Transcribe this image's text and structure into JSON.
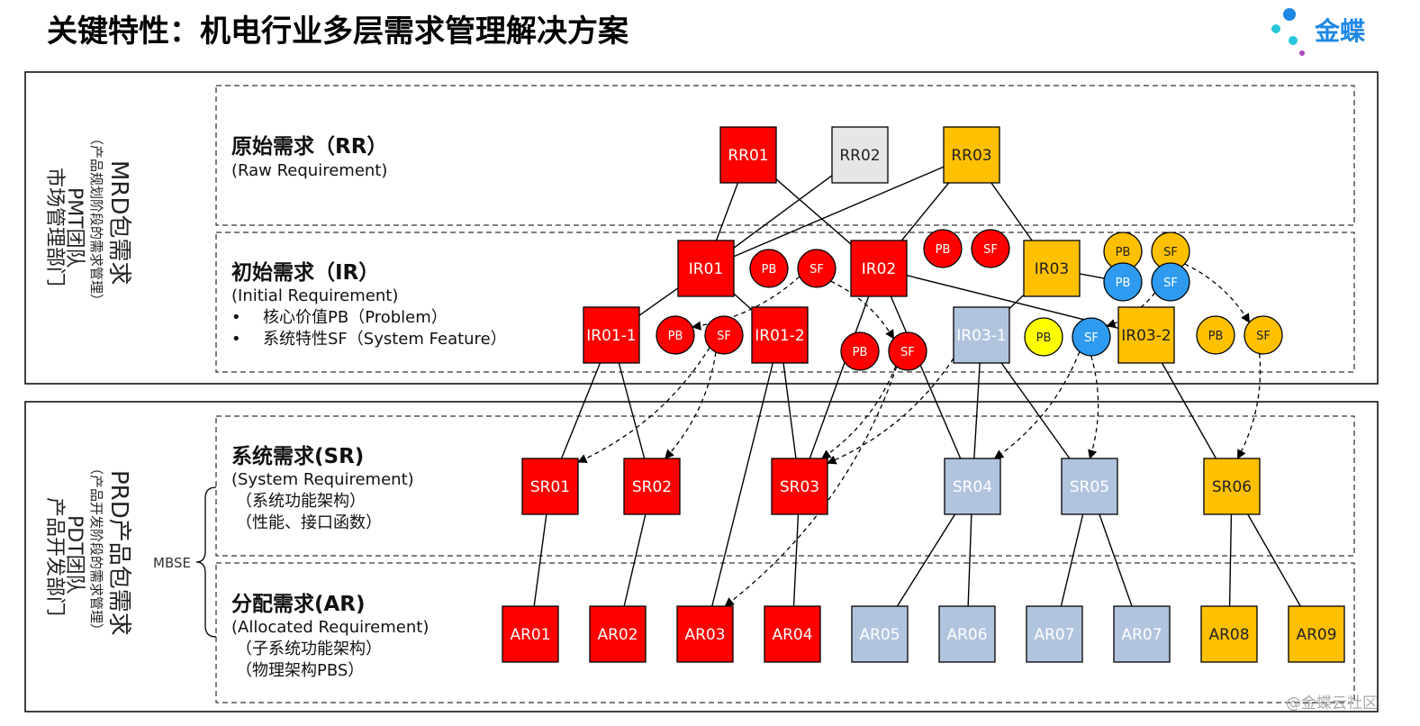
{
  "title": "关键特性：机电行业多层需求管理解决方案",
  "logo": {
    "text": "金蝶",
    "dots": [
      "#1e88e5",
      "#26c6da",
      "#26c6da",
      "#ab47bc"
    ]
  },
  "watermark": "@金蝶云社区",
  "colors": {
    "red": "#ff0000",
    "gray": "#e6e6e6",
    "orange": "#ffc000",
    "blue": "#2e9bf0",
    "lightblue": "#b0c4de",
    "yellow": "#ffff00"
  },
  "sections": {
    "mrd": {
      "title": "MRD包需求",
      "sub": "（产品规划阶段的需求管理）",
      "team": "PMT团队",
      "dept": "市场管理部门"
    },
    "prd": {
      "title": "PRD产品包需求",
      "sub": "（产品开发阶段的需求管理）",
      "team": "PDT团队",
      "dept": "产品开发部门"
    }
  },
  "layers": {
    "rr": {
      "title": "原始需求（RR）",
      "sub": "(Raw Requirement)"
    },
    "ir": {
      "title": "初始需求（IR）",
      "sub": "(Initial Requirement)",
      "bullets": [
        "核心价值PB（Problem）",
        "系统特性SF（System Feature）"
      ]
    },
    "sr": {
      "title": "系统需求(SR)",
      "sub": "(System Requirement)",
      "notes": [
        "（系统功能架构）",
        "（性能、接口函数）"
      ]
    },
    "ar": {
      "title": "分配需求(AR)",
      "sub": "(Allocated Requirement)",
      "notes": [
        "（子系统功能架构）",
        "（物理架构PBS）"
      ]
    }
  },
  "mbse": "MBSE",
  "nodes": [
    {
      "id": "RR01",
      "label": "RR01",
      "color": "red"
    },
    {
      "id": "RR02",
      "label": "RR02",
      "color": "gray"
    },
    {
      "id": "RR03",
      "label": "RR03",
      "color": "orange"
    },
    {
      "id": "IR01",
      "label": "IR01",
      "color": "red"
    },
    {
      "id": "IR02",
      "label": "IR02",
      "color": "red"
    },
    {
      "id": "IR03",
      "label": "IR03",
      "color": "orange"
    },
    {
      "id": "IR01-1",
      "label": "IR01-1",
      "color": "red"
    },
    {
      "id": "IR01-2",
      "label": "IR01-2",
      "color": "red"
    },
    {
      "id": "IR03-1",
      "label": "IR03-1",
      "color": "lightblue"
    },
    {
      "id": "IR03-2",
      "label": "IR03-2",
      "color": "orange"
    },
    {
      "id": "SR01",
      "label": "SR01",
      "color": "red"
    },
    {
      "id": "SR02",
      "label": "SR02",
      "color": "red"
    },
    {
      "id": "SR03",
      "label": "SR03",
      "color": "red"
    },
    {
      "id": "SR04",
      "label": "SR04",
      "color": "lightblue"
    },
    {
      "id": "SR05",
      "label": "SR05",
      "color": "lightblue"
    },
    {
      "id": "SR06",
      "label": "SR06",
      "color": "orange"
    },
    {
      "id": "AR01",
      "label": "AR01",
      "color": "red"
    },
    {
      "id": "AR02",
      "label": "AR02",
      "color": "red"
    },
    {
      "id": "AR03",
      "label": "AR03",
      "color": "red"
    },
    {
      "id": "AR04",
      "label": "AR04",
      "color": "red"
    },
    {
      "id": "AR05",
      "label": "AR05",
      "color": "lightblue"
    },
    {
      "id": "AR06",
      "label": "AR06",
      "color": "lightblue"
    },
    {
      "id": "AR07a",
      "label": "AR07",
      "color": "lightblue"
    },
    {
      "id": "AR07b",
      "label": "AR07",
      "color": "lightblue"
    },
    {
      "id": "AR08",
      "label": "AR08",
      "color": "orange"
    },
    {
      "id": "AR09",
      "label": "AR09",
      "color": "orange"
    }
  ],
  "circles": [
    {
      "id": "c1",
      "label": "PB",
      "color": "red"
    },
    {
      "id": "c2",
      "label": "SF",
      "color": "red"
    },
    {
      "id": "c3",
      "label": "PB",
      "color": "red"
    },
    {
      "id": "c4",
      "label": "SF",
      "color": "red"
    },
    {
      "id": "c5",
      "label": "PB",
      "color": "orange"
    },
    {
      "id": "c6",
      "label": "SF",
      "color": "orange"
    },
    {
      "id": "c7",
      "label": "PB",
      "color": "blue"
    },
    {
      "id": "c8",
      "label": "SF",
      "color": "blue"
    },
    {
      "id": "c9",
      "label": "PB",
      "color": "red"
    },
    {
      "id": "c10",
      "label": "SF",
      "color": "red"
    },
    {
      "id": "c11",
      "label": "PB",
      "color": "red"
    },
    {
      "id": "c12",
      "label": "SF",
      "color": "red"
    },
    {
      "id": "c13",
      "label": "PB",
      "color": "yellow"
    },
    {
      "id": "c14",
      "label": "SF",
      "color": "blue"
    },
    {
      "id": "c15",
      "label": "PB",
      "color": "orange"
    },
    {
      "id": "c16",
      "label": "SF",
      "color": "orange"
    }
  ],
  "edges": [
    [
      "RR01",
      "IR01"
    ],
    [
      "RR01",
      "IR02"
    ],
    [
      "RR02",
      "IR01"
    ],
    [
      "RR03",
      "IR01"
    ],
    [
      "RR03",
      "IR02"
    ],
    [
      "RR03",
      "IR03"
    ],
    [
      "IR01",
      "IR01-1"
    ],
    [
      "IR01",
      "IR01-2"
    ],
    [
      "IR02",
      "SR03"
    ],
    [
      "IR02",
      "SR04"
    ],
    [
      "IR02",
      "IR03-2"
    ],
    [
      "IR03",
      "IR03-1"
    ],
    [
      "IR03",
      "c7"
    ],
    [
      "IR01-1",
      "SR01"
    ],
    [
      "IR01-1",
      "SR02"
    ],
    [
      "IR01-2",
      "SR03"
    ],
    [
      "IR01-2",
      "AR03"
    ],
    [
      "IR03-1",
      "SR04"
    ],
    [
      "IR03-1",
      "SR05"
    ],
    [
      "IR03-2",
      "SR06"
    ],
    [
      "SR01",
      "AR01"
    ],
    [
      "SR02",
      "AR02"
    ],
    [
      "SR03",
      "AR04"
    ],
    [
      "SR04",
      "AR05"
    ],
    [
      "SR04",
      "AR06"
    ],
    [
      "SR05",
      "AR07a"
    ],
    [
      "SR05",
      "AR07b"
    ],
    [
      "SR06",
      "AR08"
    ],
    [
      "SR06",
      "AR09"
    ]
  ],
  "dashed_edges": [
    [
      "c2",
      "c9"
    ],
    [
      "c2",
      "c12"
    ],
    [
      "c10",
      "SR01"
    ],
    [
      "c10",
      "SR02"
    ],
    [
      "c12",
      "SR03"
    ],
    [
      "c12",
      "AR03"
    ],
    [
      "c6",
      "c16"
    ],
    [
      "c8",
      "c14"
    ],
    [
      "c14",
      "SR04"
    ],
    [
      "c14",
      "SR05"
    ],
    [
      "c16",
      "SR06"
    ],
    [
      "IR03-1",
      "SR03"
    ]
  ]
}
